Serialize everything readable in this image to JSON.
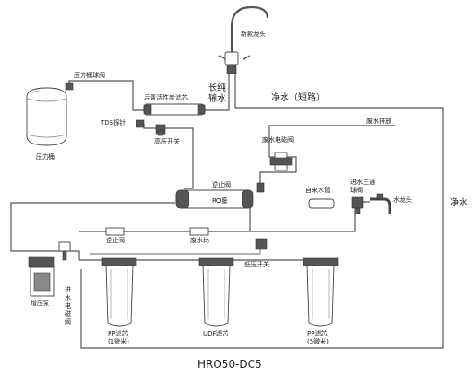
{
  "diagram": {
    "model": "HRO50-DC5",
    "labels": {
      "faucet": "新款龙头",
      "pressure_valve": "压力桶球阀",
      "post_carbon": "后置活性炭滤芯",
      "long_pipe_line1": "长纯",
      "long_pipe_line2": "输水",
      "tds_probe": "TDS探针",
      "high_switch": "高压开关",
      "pressure_tank": "压力桶",
      "pure_water_short": "净水（短路）",
      "waste_outlet": "废水排放",
      "waste_solenoid": "废水电磁阀",
      "check_valve": "逆止阀",
      "ro_membrane": "RO膜",
      "tap_water_pipe": "自来水管",
      "inlet_tee_line1": "进水三通",
      "inlet_tee_line2": "球阀",
      "water_tap": "水龙头",
      "pure_water_right": "净水",
      "check_valve_lower": "逆止阀",
      "waste_ratio": "废水比",
      "low_switch": "低压开关",
      "booster_pump": "增压泵",
      "inlet_solenoid_chars": [
        "进",
        "水",
        "电",
        "磁",
        "阀"
      ],
      "pp_filter_1": "PP滤芯",
      "pp_filter_1_sub": "(1微米)",
      "udf_filter": "UDF滤芯",
      "pp_filter_2": "PP滤芯",
      "pp_filter_2_sub": "(5微米)"
    }
  }
}
